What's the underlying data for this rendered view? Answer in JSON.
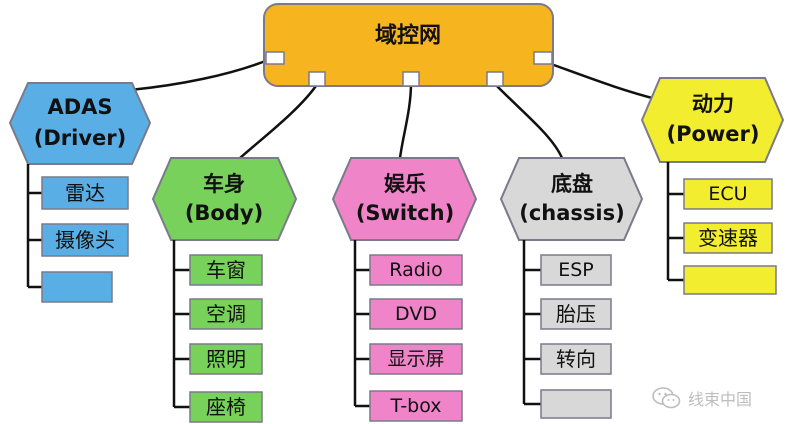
{
  "root": {
    "label": "域控网"
  },
  "domains": {
    "adas": {
      "title": "ADAS",
      "subtitle": "(Driver)",
      "items": [
        "雷达",
        "摄像头",
        ""
      ]
    },
    "body": {
      "title": "车身",
      "subtitle": "(Body)",
      "items": [
        "车窗",
        "空调",
        "照明",
        "座椅"
      ]
    },
    "switch": {
      "title": "娱乐",
      "subtitle": "(Switch)",
      "items": [
        "Radio",
        "DVD",
        "显示屏",
        "T-box"
      ]
    },
    "chassis": {
      "title": "底盘",
      "subtitle": "(chassis)",
      "items": [
        "ESP",
        "胎压",
        "转向",
        ""
      ]
    },
    "power": {
      "title": "动力",
      "subtitle": "(Power)",
      "items": [
        "ECU",
        "变速器",
        ""
      ]
    }
  },
  "colors": {
    "root": "#f6b51e",
    "adas": "#5aaee6",
    "body": "#77d15a",
    "switch": "#f084c9",
    "chassis": "#d8d8d8",
    "power": "#f2ee2f",
    "stroke": "#7a7a8a",
    "line": "#111111"
  },
  "watermark": {
    "text": "线束中国",
    "icon": "wechat-icon"
  }
}
